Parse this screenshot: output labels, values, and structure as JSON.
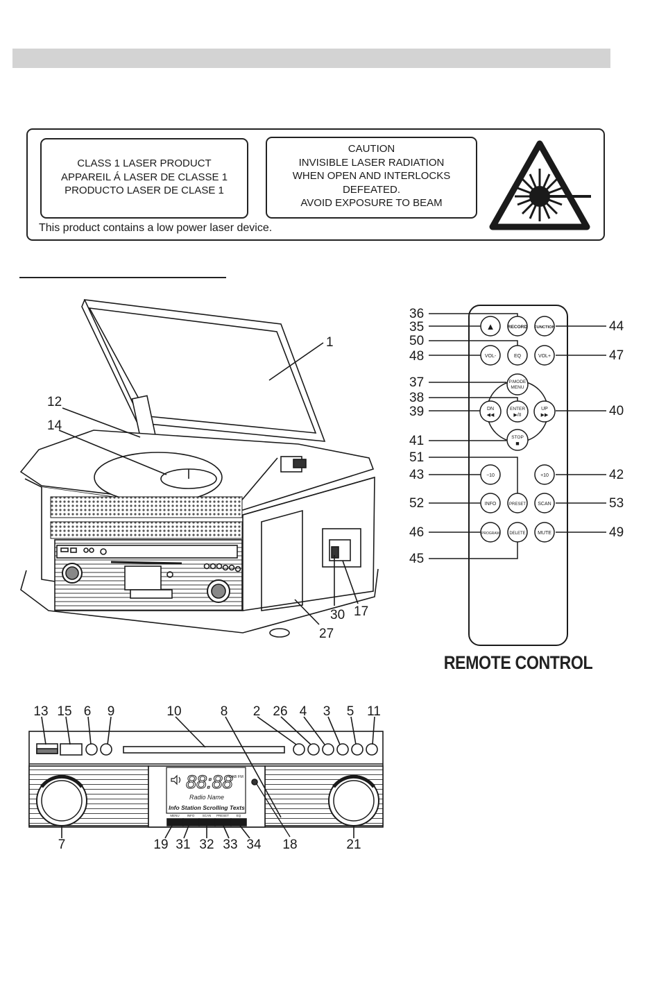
{
  "laser_warning": {
    "class_lines": [
      "CLASS 1 LASER PRODUCT",
      "APPAREIL Á LASER DE CLASSE 1",
      "PRODUCTO LASER DE CLASE 1"
    ],
    "caution_lines": [
      "CAUTION",
      "INVISIBLE LASER RADIATION",
      "WHEN OPEN AND INTERLOCKS",
      "DEFEATED.",
      "AVOID EXPOSURE TO BEAM"
    ],
    "note": "This product contains a low power laser device.",
    "icon": "laser-warning-icon"
  },
  "unit": {
    "callouts": [
      "1",
      "12",
      "14",
      "30",
      "17",
      "27"
    ]
  },
  "remote": {
    "title": "REMOTE CONTROL",
    "buttons": {
      "eject": "▲",
      "record": "RECORD",
      "function": "FUNCTION",
      "vol_minus": "VOL-",
      "eq": "EQ",
      "vol_plus": "VOL+",
      "pmode_1": "P.MODE",
      "pmode_2": "MENU",
      "dn": "DN",
      "dn_sym": "◀◀",
      "enter": "ENTER",
      "enter_sym": "▶/II",
      "up": "UP",
      "up_sym": "▶▶",
      "stop": "STOP",
      "stop_sym": "■",
      "minus10": "−10",
      "plus10": "+10",
      "info": "INFO",
      "preset": "PRESET",
      "scan": "SCAN",
      "program": "PROGRAM",
      "delete": "DELETE",
      "mute": "MUTE"
    },
    "callouts": {
      "c36": "36",
      "c35": "35",
      "c50": "50",
      "c48": "48",
      "c37": "37",
      "c38": "38",
      "c39": "39",
      "c41": "41",
      "c51": "51",
      "c43": "43",
      "c52": "52",
      "c46": "46",
      "c45": "45",
      "c44": "44",
      "c47": "47",
      "c40": "40",
      "c42": "42",
      "c53": "53",
      "c49": "49"
    }
  },
  "front_panel": {
    "lcd_time": "88:88",
    "lcd_tag": "DAB FM",
    "lcd_station": "Radio Name",
    "lcd_scroll": "Info Station Scrolling Texts",
    "mini_buttons": [
      "MENU",
      "INFO",
      "SCAN",
      "PRESET",
      "EQ"
    ],
    "callouts_top": [
      "13",
      "15",
      "6",
      "9",
      "10",
      "8",
      "2",
      "26",
      "4",
      "3",
      "5",
      "11"
    ],
    "callouts_bottom": [
      "7",
      "19",
      "31",
      "32",
      "33",
      "34",
      "18",
      "21"
    ]
  },
  "colors": {
    "ink": "#1a1a1a",
    "header_bar": "#d3d3d3"
  }
}
